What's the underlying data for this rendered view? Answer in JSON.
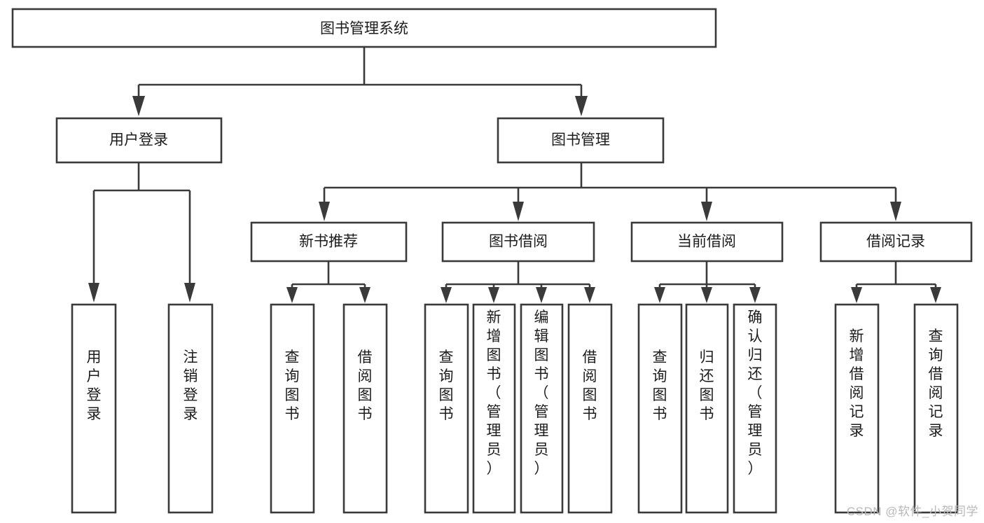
{
  "diagram": {
    "type": "tree-hierarchy",
    "title": "图书管理系统",
    "watermark": "CSDN @软件_小贺同学",
    "colors": {
      "background": "#ffffff",
      "stroke": "#3a3a3a",
      "text": "#1c1c1c",
      "watermark": "#b9b9b9"
    },
    "root": {
      "id": "root",
      "label": "图书管理系统"
    },
    "level1": [
      {
        "id": "user-login",
        "label": "用户登录"
      },
      {
        "id": "book-management",
        "label": "图书管理"
      }
    ],
    "level2": [
      {
        "id": "new-book-recommend",
        "label": "新书推荐",
        "parent": "book-management"
      },
      {
        "id": "book-borrow",
        "label": "图书借阅",
        "parent": "book-management"
      },
      {
        "id": "current-borrow",
        "label": "当前借阅",
        "parent": "book-management"
      },
      {
        "id": "borrow-record",
        "label": "借阅记录",
        "parent": "book-management"
      }
    ],
    "leaves": [
      {
        "id": "leaf-user-login",
        "label": "用户登录",
        "parent": "user-login"
      },
      {
        "id": "leaf-logout",
        "label": "注销登录",
        "parent": "user-login"
      },
      {
        "id": "leaf-query-book-1",
        "label": "查询图书",
        "parent": "new-book-recommend"
      },
      {
        "id": "leaf-borrow-book-1",
        "label": "借阅图书",
        "parent": "new-book-recommend"
      },
      {
        "id": "leaf-query-book-2",
        "label": "查询图书",
        "parent": "book-borrow"
      },
      {
        "id": "leaf-add-book",
        "label": "新增图书（管理员）",
        "parent": "book-borrow"
      },
      {
        "id": "leaf-edit-book",
        "label": "编辑图书（管理员）",
        "parent": "book-borrow"
      },
      {
        "id": "leaf-borrow-book-2",
        "label": "借阅图书",
        "parent": "book-borrow"
      },
      {
        "id": "leaf-query-book-3",
        "label": "查询图书",
        "parent": "current-borrow"
      },
      {
        "id": "leaf-return-book",
        "label": "归还图书",
        "parent": "current-borrow"
      },
      {
        "id": "leaf-confirm-return",
        "label": "确认归还（管理员）",
        "parent": "current-borrow"
      },
      {
        "id": "leaf-add-record",
        "label": "新增借阅记录",
        "parent": "borrow-record"
      },
      {
        "id": "leaf-query-record",
        "label": "查询借阅记录",
        "parent": "borrow-record"
      }
    ]
  }
}
